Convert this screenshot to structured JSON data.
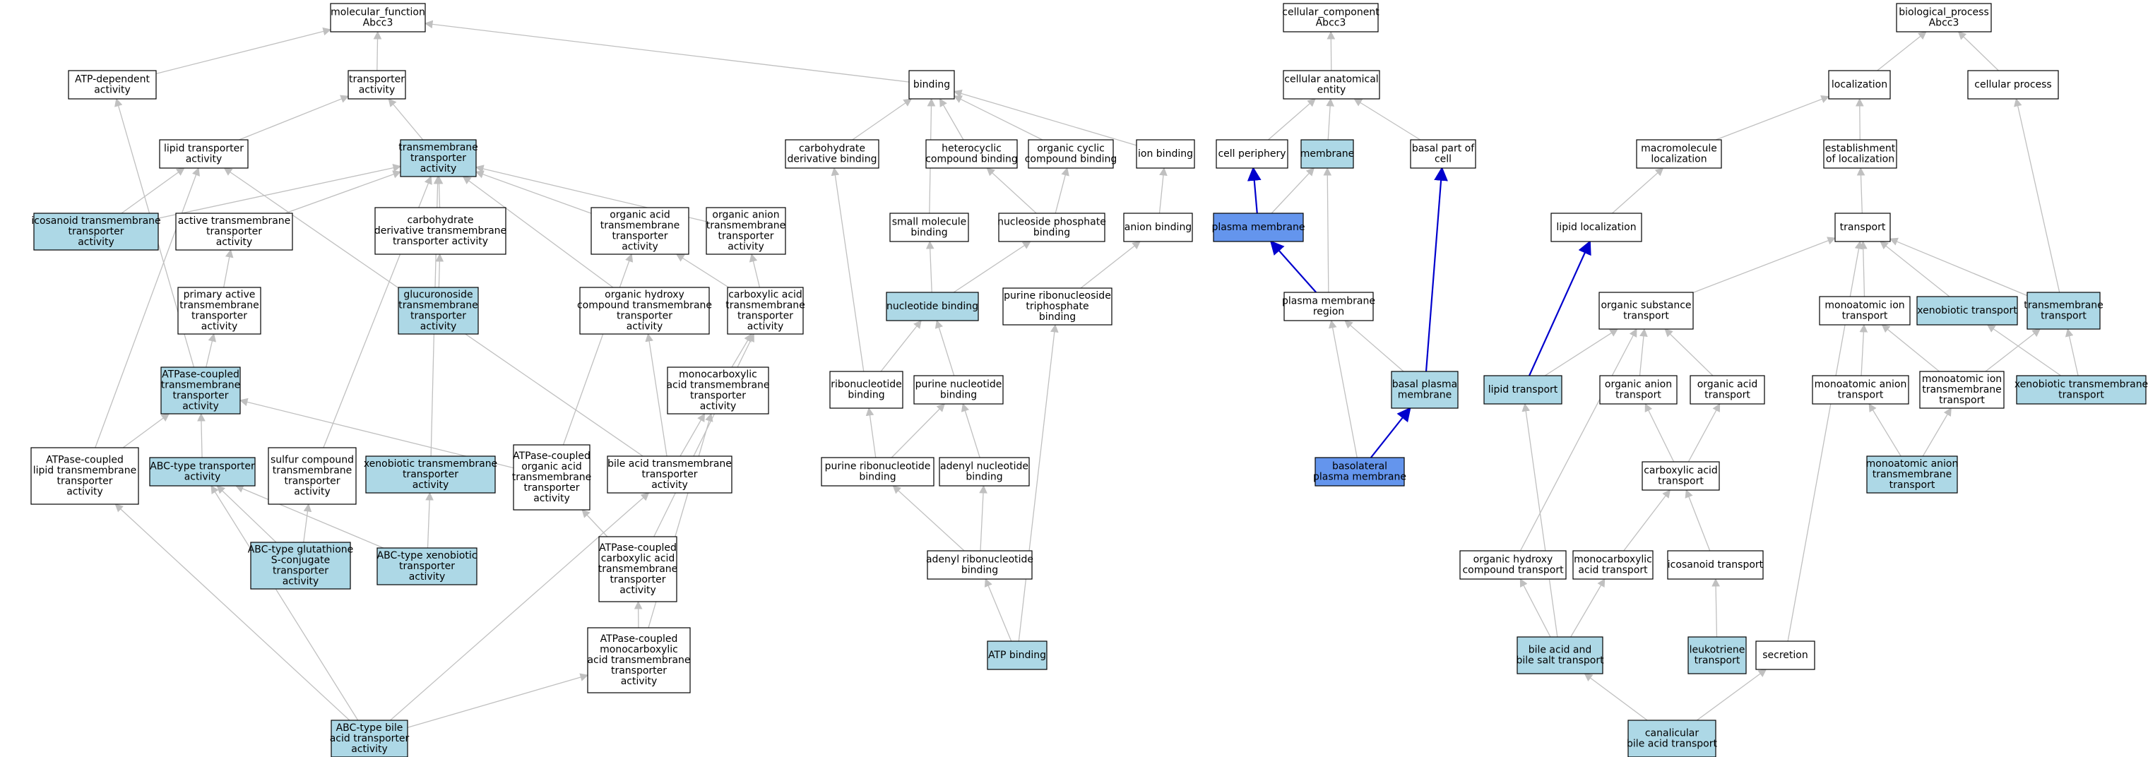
{
  "colors": {
    "plain": "#ffffff",
    "annotated": "#add8e6",
    "direct": "#6495ed",
    "edge": "#c0c0c0",
    "edge_highlight": "#0000cd",
    "border": "#000000"
  },
  "nodes": [
    {
      "id": "mf",
      "label": "molecular_function\nAbcc3",
      "style": "plain"
    },
    {
      "id": "atpdep",
      "label": "ATP-dependent\nactivity",
      "style": "plain"
    },
    {
      "id": "transp",
      "label": "transporter\nactivity",
      "style": "plain"
    },
    {
      "id": "lipidtr",
      "label": "lipid transporter\nactivity",
      "style": "plain"
    },
    {
      "id": "tmtr",
      "label": "transmembrane\ntransporter\nactivity",
      "style": "annotated"
    },
    {
      "id": "icos",
      "label": "icosanoid transmembrane\ntransporter\nactivity",
      "style": "annotated"
    },
    {
      "id": "active",
      "label": "active transmembrane\ntransporter\nactivity",
      "style": "plain"
    },
    {
      "id": "carbodertm",
      "label": "carbohydrate\nderivative transmembrane\ntransporter activity",
      "style": "plain"
    },
    {
      "id": "orgacid",
      "label": "organic acid\ntransmembrane\ntransporter\nactivity",
      "style": "plain"
    },
    {
      "id": "organion",
      "label": "organic anion\ntransmembrane\ntransporter\nactivity",
      "style": "plain"
    },
    {
      "id": "primary",
      "label": "primary active\ntransmembrane\ntransporter\nactivity",
      "style": "plain"
    },
    {
      "id": "glucur",
      "label": "glucuronoside\ntransmembrane\ntransporter\nactivity",
      "style": "annotated"
    },
    {
      "id": "orghydroxy",
      "label": "organic hydroxy\ncompound transmembrane\ntransporter\nactivity",
      "style": "plain"
    },
    {
      "id": "carbacid",
      "label": "carboxylic acid\ntransmembrane\ntransporter\nactivity",
      "style": "plain"
    },
    {
      "id": "atpcoupled",
      "label": "ATPase-coupled\ntransmembrane\ntransporter\nactivity",
      "style": "annotated"
    },
    {
      "id": "monocarb",
      "label": "monocarboxylic\nacid transmembrane\ntransporter\nactivity",
      "style": "plain"
    },
    {
      "id": "atplipid",
      "label": "ATPase-coupled\nlipid transmembrane\ntransporter\nactivity",
      "style": "plain"
    },
    {
      "id": "abctype",
      "label": "ABC-type transporter\nactivity",
      "style": "annotated"
    },
    {
      "id": "sulfur",
      "label": "sulfur compound\ntransmembrane\ntransporter\nactivity",
      "style": "plain"
    },
    {
      "id": "xenotm",
      "label": "xenobiotic transmembrane\ntransporter\nactivity",
      "style": "annotated"
    },
    {
      "id": "atporgacid",
      "label": "ATPase-coupled\norganic acid\ntransmembrane\ntransporter\nactivity",
      "style": "plain"
    },
    {
      "id": "bileacidtm",
      "label": "bile acid transmembrane\ntransporter\nactivity",
      "style": "plain"
    },
    {
      "id": "abcglut",
      "label": "ABC-type glutathione\nS-conjugate\ntransporter\nactivity",
      "style": "annotated"
    },
    {
      "id": "abcxeno",
      "label": "ABC-type xenobiotic\ntransporter\nactivity",
      "style": "annotated"
    },
    {
      "id": "atpcarb",
      "label": "ATPase-coupled\ncarboxylic acid\ntransmembrane\ntransporter\nactivity",
      "style": "plain"
    },
    {
      "id": "atpmono",
      "label": "ATPase-coupled\nmonocarboxylic\nacid transmembrane\ntransporter\nactivity",
      "style": "plain"
    },
    {
      "id": "abcbile",
      "label": "ABC-type bile\nacid transporter\nactivity",
      "style": "annotated"
    },
    {
      "id": "binding",
      "label": "binding",
      "style": "plain"
    },
    {
      "id": "carbderbind",
      "label": "carbohydrate\nderivative binding",
      "style": "plain"
    },
    {
      "id": "hetero",
      "label": "heterocyclic\ncompound binding",
      "style": "plain"
    },
    {
      "id": "orgcyclic",
      "label": "organic cyclic\ncompound binding",
      "style": "plain"
    },
    {
      "id": "ionbind",
      "label": "ion binding",
      "style": "plain"
    },
    {
      "id": "smallmol",
      "label": "small molecule\nbinding",
      "style": "plain"
    },
    {
      "id": "nucphos",
      "label": "nucleoside phosphate\nbinding",
      "style": "plain"
    },
    {
      "id": "anionbind",
      "label": "anion binding",
      "style": "plain"
    },
    {
      "id": "nucleotide",
      "label": "nucleotide binding",
      "style": "annotated"
    },
    {
      "id": "purinetri",
      "label": "purine ribonucleoside\ntriphosphate\nbinding",
      "style": "plain"
    },
    {
      "id": "ribonuc",
      "label": "ribonucleotide\nbinding",
      "style": "plain"
    },
    {
      "id": "purinenuc",
      "label": "purine nucleotide\nbinding",
      "style": "plain"
    },
    {
      "id": "purineribo",
      "label": "purine ribonucleotide\nbinding",
      "style": "plain"
    },
    {
      "id": "adenylnuc",
      "label": "adenyl nucleotide\nbinding",
      "style": "plain"
    },
    {
      "id": "adenylribo",
      "label": "adenyl ribonucleotide\nbinding",
      "style": "plain"
    },
    {
      "id": "atpbind",
      "label": "ATP binding",
      "style": "annotated"
    },
    {
      "id": "cc",
      "label": "cellular_component\nAbcc3",
      "style": "plain"
    },
    {
      "id": "cellanat",
      "label": "cellular anatomical\nentity",
      "style": "plain"
    },
    {
      "id": "periphery",
      "label": "cell periphery",
      "style": "plain"
    },
    {
      "id": "membrane",
      "label": "membrane",
      "style": "annotated"
    },
    {
      "id": "basalpart",
      "label": "basal part of\ncell",
      "style": "plain"
    },
    {
      "id": "plasmamem",
      "label": "plasma membrane",
      "style": "direct"
    },
    {
      "id": "pmregion",
      "label": "plasma membrane\nregion",
      "style": "plain"
    },
    {
      "id": "basalpm",
      "label": "basal plasma\nmembrane",
      "style": "annotated"
    },
    {
      "id": "basolat",
      "label": "basolateral\nplasma membrane",
      "style": "direct"
    },
    {
      "id": "bp",
      "label": "biological_process\nAbcc3",
      "style": "plain"
    },
    {
      "id": "localiz",
      "label": "localization",
      "style": "plain"
    },
    {
      "id": "cellproc",
      "label": "cellular process",
      "style": "plain"
    },
    {
      "id": "macroloc",
      "label": "macromolecule\nlocalization",
      "style": "plain"
    },
    {
      "id": "estloc",
      "label": "establishment\nof localization",
      "style": "plain"
    },
    {
      "id": "lipidloc",
      "label": "lipid localization",
      "style": "plain"
    },
    {
      "id": "transport",
      "label": "transport",
      "style": "plain"
    },
    {
      "id": "orgsubst",
      "label": "organic substance\ntransport",
      "style": "plain"
    },
    {
      "id": "monoion",
      "label": "monoatomic ion\ntransport",
      "style": "plain"
    },
    {
      "id": "xenotr",
      "label": "xenobiotic transport",
      "style": "annotated"
    },
    {
      "id": "tmtrans",
      "label": "transmembrane\ntransport",
      "style": "annotated"
    },
    {
      "id": "lipidtrans",
      "label": "lipid transport",
      "style": "annotated"
    },
    {
      "id": "organiontr",
      "label": "organic anion\ntransport",
      "style": "plain"
    },
    {
      "id": "orgacidtr",
      "label": "organic acid\ntransport",
      "style": "plain"
    },
    {
      "id": "monoanion",
      "label": "monoatomic anion\ntransport",
      "style": "plain"
    },
    {
      "id": "monoiontm",
      "label": "monoatomic ion\ntransmembrane\ntransport",
      "style": "plain"
    },
    {
      "id": "xenotmtr",
      "label": "xenobiotic transmembrane\ntransport",
      "style": "annotated"
    },
    {
      "id": "carbacidtr",
      "label": "carboxylic acid\ntransport",
      "style": "plain"
    },
    {
      "id": "monoaniontm",
      "label": "monoatomic anion\ntransmembrane\ntransport",
      "style": "annotated"
    },
    {
      "id": "orghydtr",
      "label": "organic hydroxy\ncompound transport",
      "style": "plain"
    },
    {
      "id": "monocarbtr",
      "label": "monocarboxylic\nacid transport",
      "style": "plain"
    },
    {
      "id": "icostr",
      "label": "icosanoid transport",
      "style": "plain"
    },
    {
      "id": "bilesalt",
      "label": "bile acid and\nbile salt transport",
      "style": "annotated"
    },
    {
      "id": "leuko",
      "label": "leukotriene\ntransport",
      "style": "annotated"
    },
    {
      "id": "secretion",
      "label": "secretion",
      "style": "plain"
    },
    {
      "id": "canalic",
      "label": "canalicular\nbile acid transport",
      "style": "annotated"
    }
  ],
  "edges": [
    [
      "atpdep",
      "mf"
    ],
    [
      "transp",
      "mf"
    ],
    [
      "binding",
      "mf"
    ],
    [
      "lipidtr",
      "transp"
    ],
    [
      "tmtr",
      "transp"
    ],
    [
      "icos",
      "lipidtr"
    ],
    [
      "icos",
      "tmtr"
    ],
    [
      "active",
      "tmtr"
    ],
    [
      "carbodertm",
      "tmtr"
    ],
    [
      "orgacid",
      "tmtr"
    ],
    [
      "organion",
      "tmtr"
    ],
    [
      "primary",
      "active"
    ],
    [
      "glucur",
      "carbodertm"
    ],
    [
      "orghydroxy",
      "tmtr"
    ],
    [
      "carbacid",
      "orgacid"
    ],
    [
      "carbacid",
      "organion"
    ],
    [
      "atpcoupled",
      "primary"
    ],
    [
      "atpcoupled",
      "atpdep"
    ],
    [
      "monocarb",
      "carbacid"
    ],
    [
      "atplipid",
      "atpcoupled"
    ],
    [
      "atplipid",
      "lipidtr"
    ],
    [
      "abctype",
      "atpcoupled"
    ],
    [
      "sulfur",
      "tmtr"
    ],
    [
      "xenotm",
      "tmtr"
    ],
    [
      "atporgacid",
      "atpcoupled"
    ],
    [
      "atporgacid",
      "orgacid"
    ],
    [
      "bileacidtm",
      "lipidtr"
    ],
    [
      "bileacidtm",
      "monocarb"
    ],
    [
      "bileacidtm",
      "orghydroxy"
    ],
    [
      "abcglut",
      "abctype"
    ],
    [
      "abcglut",
      "sulfur"
    ],
    [
      "abcxeno",
      "abctype"
    ],
    [
      "abcxeno",
      "xenotm"
    ],
    [
      "atpcarb",
      "atporgacid"
    ],
    [
      "atpcarb",
      "carbacid"
    ],
    [
      "atpmono",
      "atpcarb"
    ],
    [
      "atpmono",
      "monocarb"
    ],
    [
      "abcbile",
      "atplipid"
    ],
    [
      "abcbile",
      "abctype"
    ],
    [
      "abcbile",
      "bileacidtm"
    ],
    [
      "abcbile",
      "atpmono"
    ],
    [
      "carbderbind",
      "binding"
    ],
    [
      "hetero",
      "binding"
    ],
    [
      "orgcyclic",
      "binding"
    ],
    [
      "ionbind",
      "binding"
    ],
    [
      "smallmol",
      "binding"
    ],
    [
      "nucphos",
      "hetero"
    ],
    [
      "nucphos",
      "orgcyclic"
    ],
    [
      "anionbind",
      "ionbind"
    ],
    [
      "nucleotide",
      "smallmol"
    ],
    [
      "nucleotide",
      "nucphos"
    ],
    [
      "purinetri",
      "anionbind"
    ],
    [
      "ribonuc",
      "nucleotide"
    ],
    [
      "ribonuc",
      "carbderbind"
    ],
    [
      "purinenuc",
      "nucleotide"
    ],
    [
      "purineribo",
      "ribonuc"
    ],
    [
      "purineribo",
      "purinenuc"
    ],
    [
      "adenylnuc",
      "purinenuc"
    ],
    [
      "adenylribo",
      "purineribo"
    ],
    [
      "adenylribo",
      "adenylnuc"
    ],
    [
      "atpbind",
      "adenylribo"
    ],
    [
      "atpbind",
      "purinetri"
    ],
    [
      "cellanat",
      "cc"
    ],
    [
      "periphery",
      "cellanat"
    ],
    [
      "membrane",
      "cellanat"
    ],
    [
      "basalpart",
      "cellanat"
    ],
    [
      "plasmamem",
      "periphery",
      "hl"
    ],
    [
      "plasmamem",
      "membrane"
    ],
    [
      "pmregion",
      "plasmamem",
      "hl"
    ],
    [
      "pmregion",
      "membrane"
    ],
    [
      "basalpm",
      "pmregion"
    ],
    [
      "basalpm",
      "basalpart",
      "hl"
    ],
    [
      "basolat",
      "basalpm",
      "hl"
    ],
    [
      "basolat",
      "pmregion"
    ],
    [
      "localiz",
      "bp"
    ],
    [
      "cellproc",
      "bp"
    ],
    [
      "macroloc",
      "localiz"
    ],
    [
      "estloc",
      "localiz"
    ],
    [
      "lipidloc",
      "macroloc"
    ],
    [
      "transport",
      "estloc"
    ],
    [
      "orgsubst",
      "transport"
    ],
    [
      "monoion",
      "transport"
    ],
    [
      "xenotr",
      "transport"
    ],
    [
      "tmtrans",
      "transport"
    ],
    [
      "tmtrans",
      "cellproc"
    ],
    [
      "lipidtrans",
      "orgsubst"
    ],
    [
      "lipidtrans",
      "lipidloc",
      "hl"
    ],
    [
      "organiontr",
      "orgsubst"
    ],
    [
      "orgacidtr",
      "orgsubst"
    ],
    [
      "monoanion",
      "monoion"
    ],
    [
      "monoiontm",
      "monoion"
    ],
    [
      "monoiontm",
      "tmtrans"
    ],
    [
      "xenotmtr",
      "xenotr"
    ],
    [
      "xenotmtr",
      "tmtrans"
    ],
    [
      "carbacidtr",
      "organiontr"
    ],
    [
      "carbacidtr",
      "orgacidtr"
    ],
    [
      "monoaniontm",
      "monoanion"
    ],
    [
      "monoaniontm",
      "monoiontm"
    ],
    [
      "orghydtr",
      "orgsubst"
    ],
    [
      "monocarbtr",
      "carbacidtr"
    ],
    [
      "icostr",
      "carbacidtr"
    ],
    [
      "bilesalt",
      "orghydtr"
    ],
    [
      "bilesalt",
      "monocarbtr"
    ],
    [
      "bilesalt",
      "lipidtrans"
    ],
    [
      "leuko",
      "icostr"
    ],
    [
      "secretion",
      "transport"
    ],
    [
      "canalic",
      "bilesalt"
    ],
    [
      "canalic",
      "secretion"
    ]
  ]
}
